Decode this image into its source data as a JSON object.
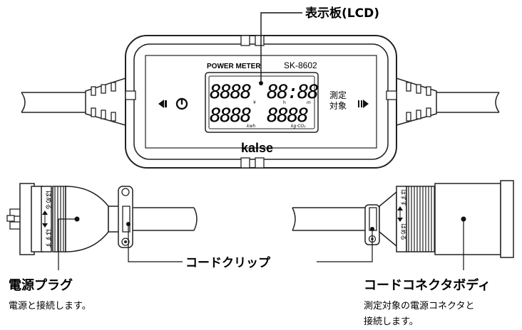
{
  "callouts": {
    "lcd": "表示板(LCD)",
    "clip": "コードクリップ",
    "plug": "電源プラグ",
    "plug_desc": "電源と接続します。",
    "connector": "コードコネクタボディ",
    "connector_desc_1": "測定対象の電源コネクタと",
    "connector_desc_2": "接続します。"
  },
  "meter": {
    "title": "POWER METER",
    "model": "SK-8602",
    "brand": "kalse",
    "top_left_digits": "8888",
    "top_right_digits": "88:88",
    "bottom_left_digits": "8888",
    "bottom_right_digits": "8888",
    "unit_yen": "¥",
    "unit_h": "h",
    "unit_m": "m",
    "unit_kwh": "kwh",
    "unit_co2": "kg·CO₂",
    "measure_label_1": "測定",
    "measure_label_2": "対象"
  },
  "plug_text": {
    "attach": "はめる",
    "detach": "はずす"
  }
}
